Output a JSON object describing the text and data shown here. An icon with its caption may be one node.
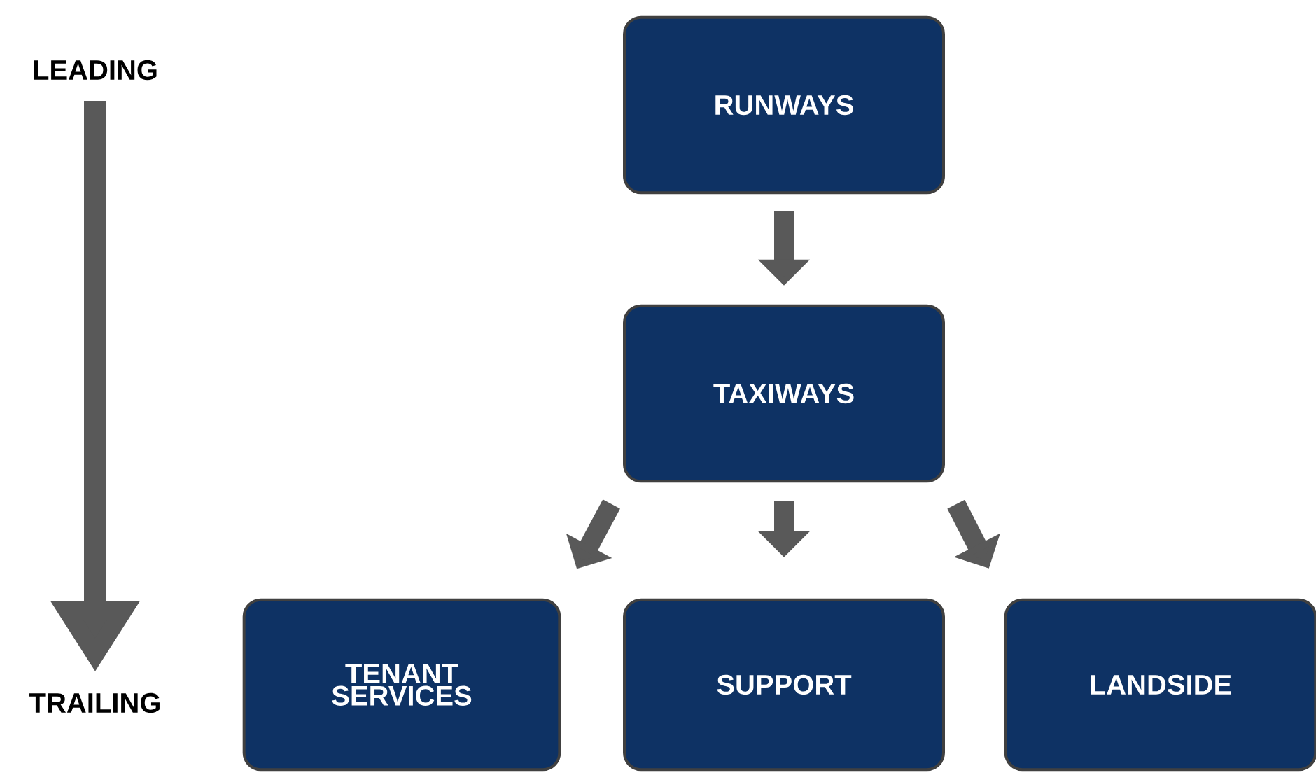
{
  "diagram": {
    "nodes": [
      {
        "text": [
          "RUNWAYS"
        ]
      },
      {
        "text": [
          "TAXIWAYS"
        ]
      },
      {
        "text": [
          "TENANT SERVICES"
        ]
      },
      {
        "text": [
          "SUPPORT"
        ]
      },
      {
        "text": [
          "LANDSIDE"
        ]
      }
    ],
    "edges": [
      {
        "from": 0,
        "to": 1,
        "arrow": "to"
      },
      {
        "from": 1,
        "to": 2,
        "arrow": "to"
      },
      {
        "from": 1,
        "to": 3,
        "arrow": "to"
      },
      {
        "from": 1,
        "to": 4,
        "arrow": "to"
      }
    ],
    "labels": [
      "LEADING",
      "TRAILING"
    ]
  }
}
